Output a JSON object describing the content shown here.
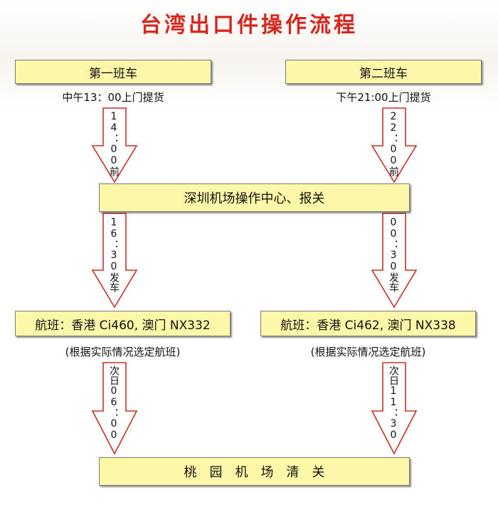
{
  "title": "台湾出口件操作流程",
  "colors": {
    "title": "#d9261c",
    "box_fill": "#fdf7a8",
    "arrow_stroke": "#c8302a"
  },
  "shift1": {
    "label": "第一班车",
    "pickup": "中午13：00上门提货",
    "arrow1": "14：00前",
    "arrow2": "16：30发车",
    "arrow3": "次日06：00"
  },
  "shift2": {
    "label": "第二班车",
    "pickup": "下午21:00上门提货",
    "arrow1": "22：00前",
    "arrow2": "00：30发车",
    "arrow3": "次日11：30"
  },
  "center": {
    "label": "深圳机场操作中心、报关"
  },
  "flight1": {
    "label": "航班：香港 Ci460, 澳门 NX332",
    "note": "(根据实际情况选定航班)"
  },
  "flight2": {
    "label": "航班：香港 Ci462, 澳门 NX338",
    "note": "(根据实际情况选定航班)"
  },
  "final": {
    "label": "桃　园　机　场　清　关"
  }
}
